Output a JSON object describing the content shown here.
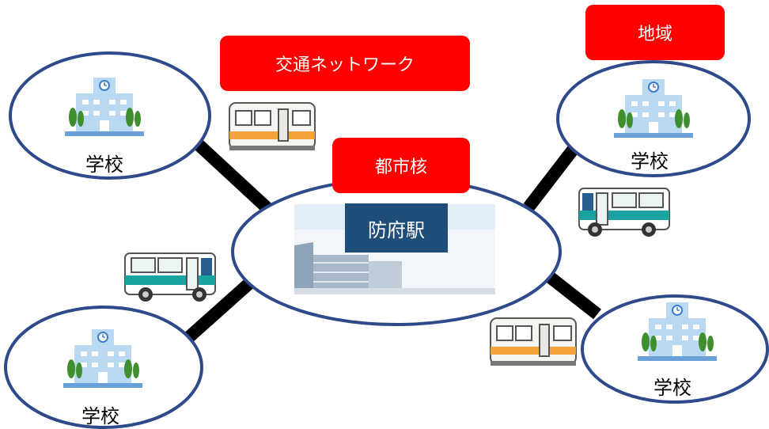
{
  "labels": {
    "network": "交通ネットワーク",
    "region": "地域",
    "core": "都市核",
    "station": "防府駅"
  },
  "schools": [
    {
      "label": "学校"
    },
    {
      "label": "学校"
    },
    {
      "label": "学校"
    },
    {
      "label": "学校"
    }
  ],
  "colors": {
    "tag_red": "#ff0000",
    "ellipse_stroke": "#2e4a8a",
    "station_label_bg": "#1f4e79",
    "connector": "#000000"
  },
  "icons": [
    "school-building-icon",
    "train-icon",
    "bus-icon",
    "station-building-icon"
  ]
}
